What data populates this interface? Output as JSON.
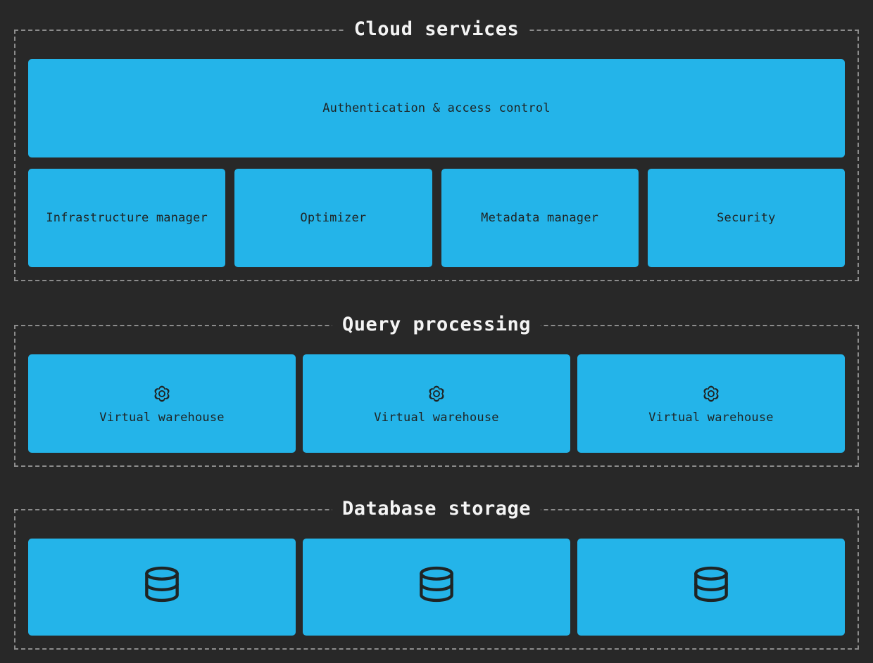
{
  "colors": {
    "bg": "#282828",
    "accent": "#24b4e9",
    "box-text": "#1f2424",
    "border": "#8c8c8c",
    "title": "#f4f4f4"
  },
  "sections": [
    {
      "title": "Cloud services",
      "wide_box": {
        "label": "Authentication & access control"
      },
      "boxes": [
        {
          "label": "Infrastructure manager"
        },
        {
          "label": "Optimizer"
        },
        {
          "label": "Metadata manager"
        },
        {
          "label": "Security"
        }
      ]
    },
    {
      "title": "Query processing",
      "boxes": [
        {
          "icon": "gear-icon",
          "label": "Virtual warehouse"
        },
        {
          "icon": "gear-icon",
          "label": "Virtual warehouse"
        },
        {
          "icon": "gear-icon",
          "label": "Virtual warehouse"
        }
      ]
    },
    {
      "title": "Database storage",
      "boxes": [
        {
          "icon": "database-icon"
        },
        {
          "icon": "database-icon"
        },
        {
          "icon": "database-icon"
        }
      ]
    }
  ]
}
